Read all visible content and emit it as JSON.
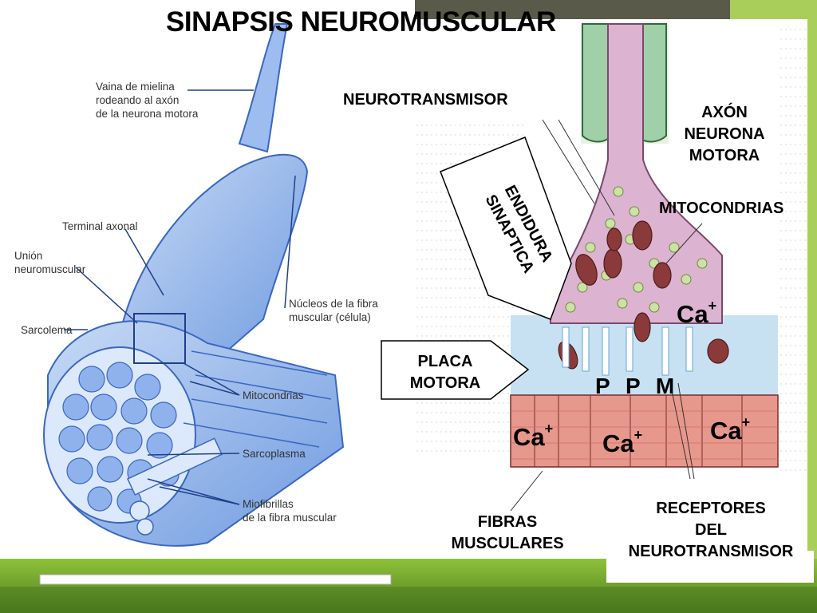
{
  "slide": {
    "title": "SINAPSIS NEUROMUSCULAR",
    "colors": {
      "accent_green": "#7dbb2a",
      "dark_green": "#3f6b1a",
      "diagram_blue": "#5f8fd8"
    }
  },
  "left_diagram": {
    "labels": {
      "myelin": "Vaina de mielina\nrodeando al axón\nde la neurona motora",
      "terminal": "Terminal axonal",
      "union": "Unión\nneuromuscular",
      "sarcolema": "Sarcolema",
      "nucleos": "Núcleos de la fibra\nmuscular (célula)",
      "mitocondrias": "Mitocondrias",
      "sarcoplasma": "Sarcoplasma",
      "miofibrillas": "Miofibrillas\nde la fibra muscular"
    }
  },
  "right_diagram": {
    "labels": {
      "neurotransmisor": "NEUROTRANSMISOR",
      "axon": "AXÓN\nNEURONA\nMOTORA",
      "mitocondrias": "MITOCONDRIAS",
      "endidura": "ENDIDURA\nSINAPTICA",
      "placa": "PLACA\nMOTORA",
      "ppm": "P P M",
      "fibras": "FIBRAS\nMUSCULARES",
      "receptores": "RECEPTORES\nDEL\nNEUROTRANSMISOR",
      "ca_text": "Ca",
      "ca_charge": "+"
    }
  }
}
